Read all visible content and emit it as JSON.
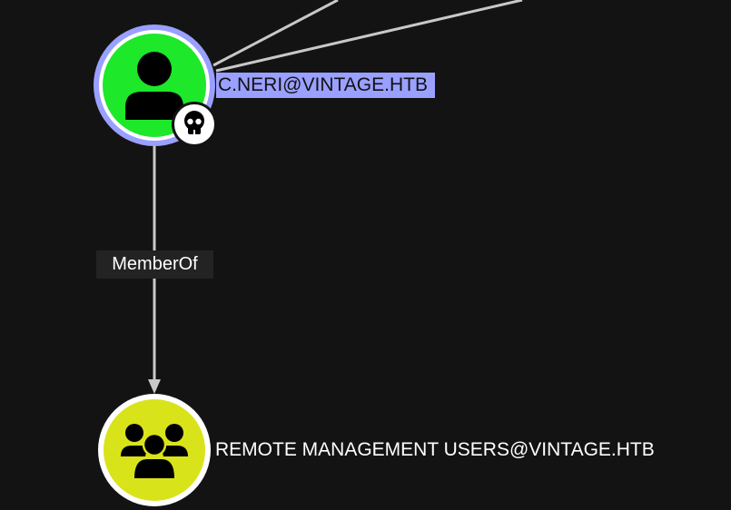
{
  "nodes": [
    {
      "label": "C.NERI@VINTAGE.HTB",
      "type": "user",
      "icon": "user-icon",
      "badge": "skull-icon",
      "fill": "#1de82a",
      "ring": "#9aa0ff",
      "selected": true
    },
    {
      "label": "REMOTE MANAGEMENT USERS@VINTAGE.HTB",
      "type": "group",
      "icon": "users-group-icon",
      "fill": "#d9e31a",
      "ring": "#ffffff"
    }
  ],
  "edges": [
    {
      "label": "MemberOf",
      "from": "C.NERI@VINTAGE.HTB",
      "to": "REMOTE MANAGEMENT USERS@VINTAGE.HTB"
    }
  ],
  "colors": {
    "background": "#131313",
    "edge": "#c8c8c8"
  }
}
